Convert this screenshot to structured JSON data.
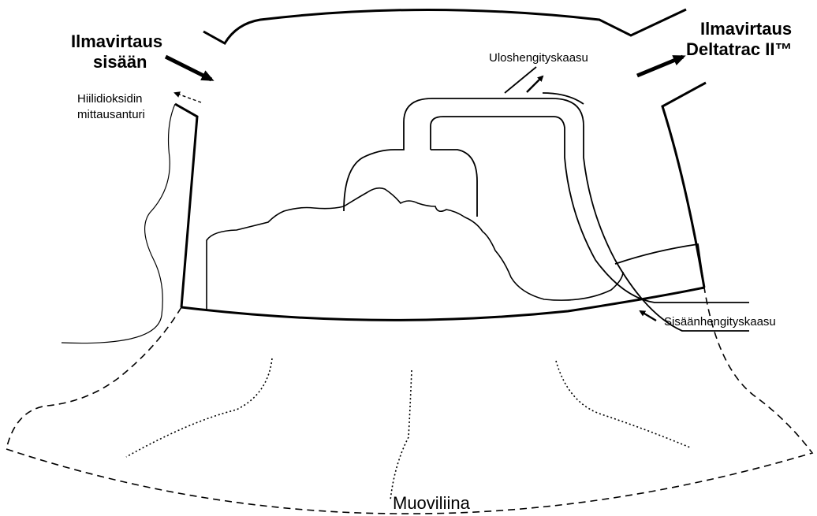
{
  "labels": {
    "airflow_in_line1": "Ilmavirtaus",
    "airflow_in_line2": "sisään",
    "airflow_out_line1": "Ilmavirtaus",
    "airflow_out_line2": "Deltatrac II™",
    "sensor_line1": "Hiilidioksidin",
    "sensor_line2": "mittausanturi",
    "exhaled_gas": "Uloshengityskaasu",
    "inhaled_gas": "Sisäänhengityskaasu",
    "plastic_sheet": "Muoviliina"
  },
  "colors": {
    "line": "#000000",
    "background": "#ffffff"
  }
}
